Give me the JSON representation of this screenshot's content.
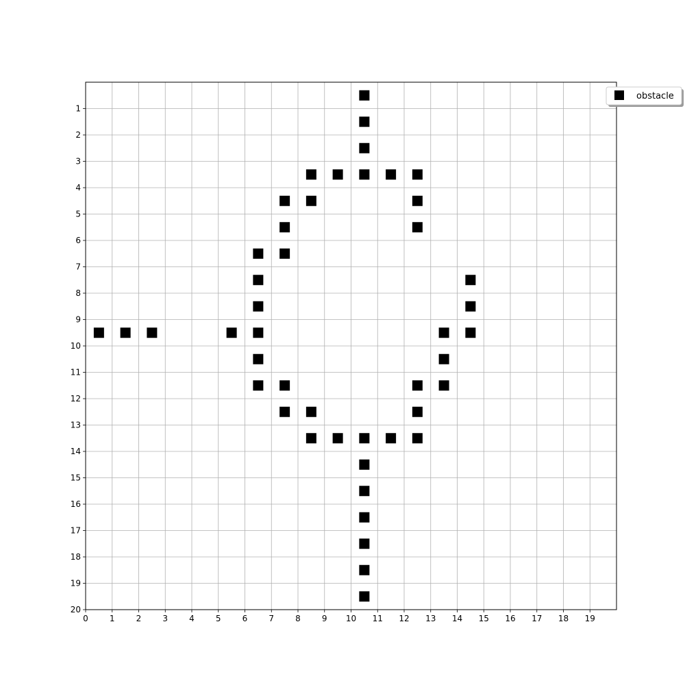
{
  "chart_data": {
    "type": "scatter",
    "title": "",
    "xlabel": "",
    "ylabel": "",
    "xlim": [
      0,
      20
    ],
    "ylim": [
      0,
      20
    ],
    "y_inverted": true,
    "grid": true,
    "x_ticks": [
      "0",
      "1",
      "2",
      "3",
      "4",
      "5",
      "6",
      "7",
      "8",
      "9",
      "10",
      "11",
      "12",
      "13",
      "14",
      "15",
      "16",
      "17",
      "18",
      "19"
    ],
    "y_ticks": [
      "1",
      "2",
      "3",
      "4",
      "5",
      "6",
      "7",
      "8",
      "9",
      "10",
      "11",
      "12",
      "13",
      "14",
      "15",
      "16",
      "17",
      "18",
      "19",
      "20"
    ],
    "legend": {
      "position": "top-right-outside",
      "entries": [
        "obstacle"
      ]
    },
    "series": [
      {
        "name": "obstacle",
        "marker": "square",
        "color": "#000000",
        "points": [
          [
            10.5,
            0.5
          ],
          [
            10.5,
            1.5
          ],
          [
            10.5,
            2.5
          ],
          [
            8.5,
            3.5
          ],
          [
            9.5,
            3.5
          ],
          [
            10.5,
            3.5
          ],
          [
            11.5,
            3.5
          ],
          [
            12.5,
            3.5
          ],
          [
            7.5,
            4.5
          ],
          [
            8.5,
            4.5
          ],
          [
            12.5,
            4.5
          ],
          [
            7.5,
            5.5
          ],
          [
            12.5,
            5.5
          ],
          [
            6.5,
            6.5
          ],
          [
            7.5,
            6.5
          ],
          [
            6.5,
            7.5
          ],
          [
            14.5,
            7.5
          ],
          [
            6.5,
            8.5
          ],
          [
            14.5,
            8.5
          ],
          [
            0.5,
            9.5
          ],
          [
            1.5,
            9.5
          ],
          [
            2.5,
            9.5
          ],
          [
            5.5,
            9.5
          ],
          [
            6.5,
            9.5
          ],
          [
            13.5,
            9.5
          ],
          [
            14.5,
            9.5
          ],
          [
            6.5,
            10.5
          ],
          [
            13.5,
            10.5
          ],
          [
            6.5,
            11.5
          ],
          [
            7.5,
            11.5
          ],
          [
            12.5,
            11.5
          ],
          [
            13.5,
            11.5
          ],
          [
            7.5,
            12.5
          ],
          [
            8.5,
            12.5
          ],
          [
            12.5,
            12.5
          ],
          [
            8.5,
            13.5
          ],
          [
            9.5,
            13.5
          ],
          [
            10.5,
            13.5
          ],
          [
            11.5,
            13.5
          ],
          [
            12.5,
            13.5
          ],
          [
            10.5,
            14.5
          ],
          [
            10.5,
            15.5
          ],
          [
            10.5,
            16.5
          ],
          [
            10.5,
            17.5
          ],
          [
            10.5,
            18.5
          ],
          [
            10.5,
            19.5
          ]
        ]
      }
    ]
  }
}
